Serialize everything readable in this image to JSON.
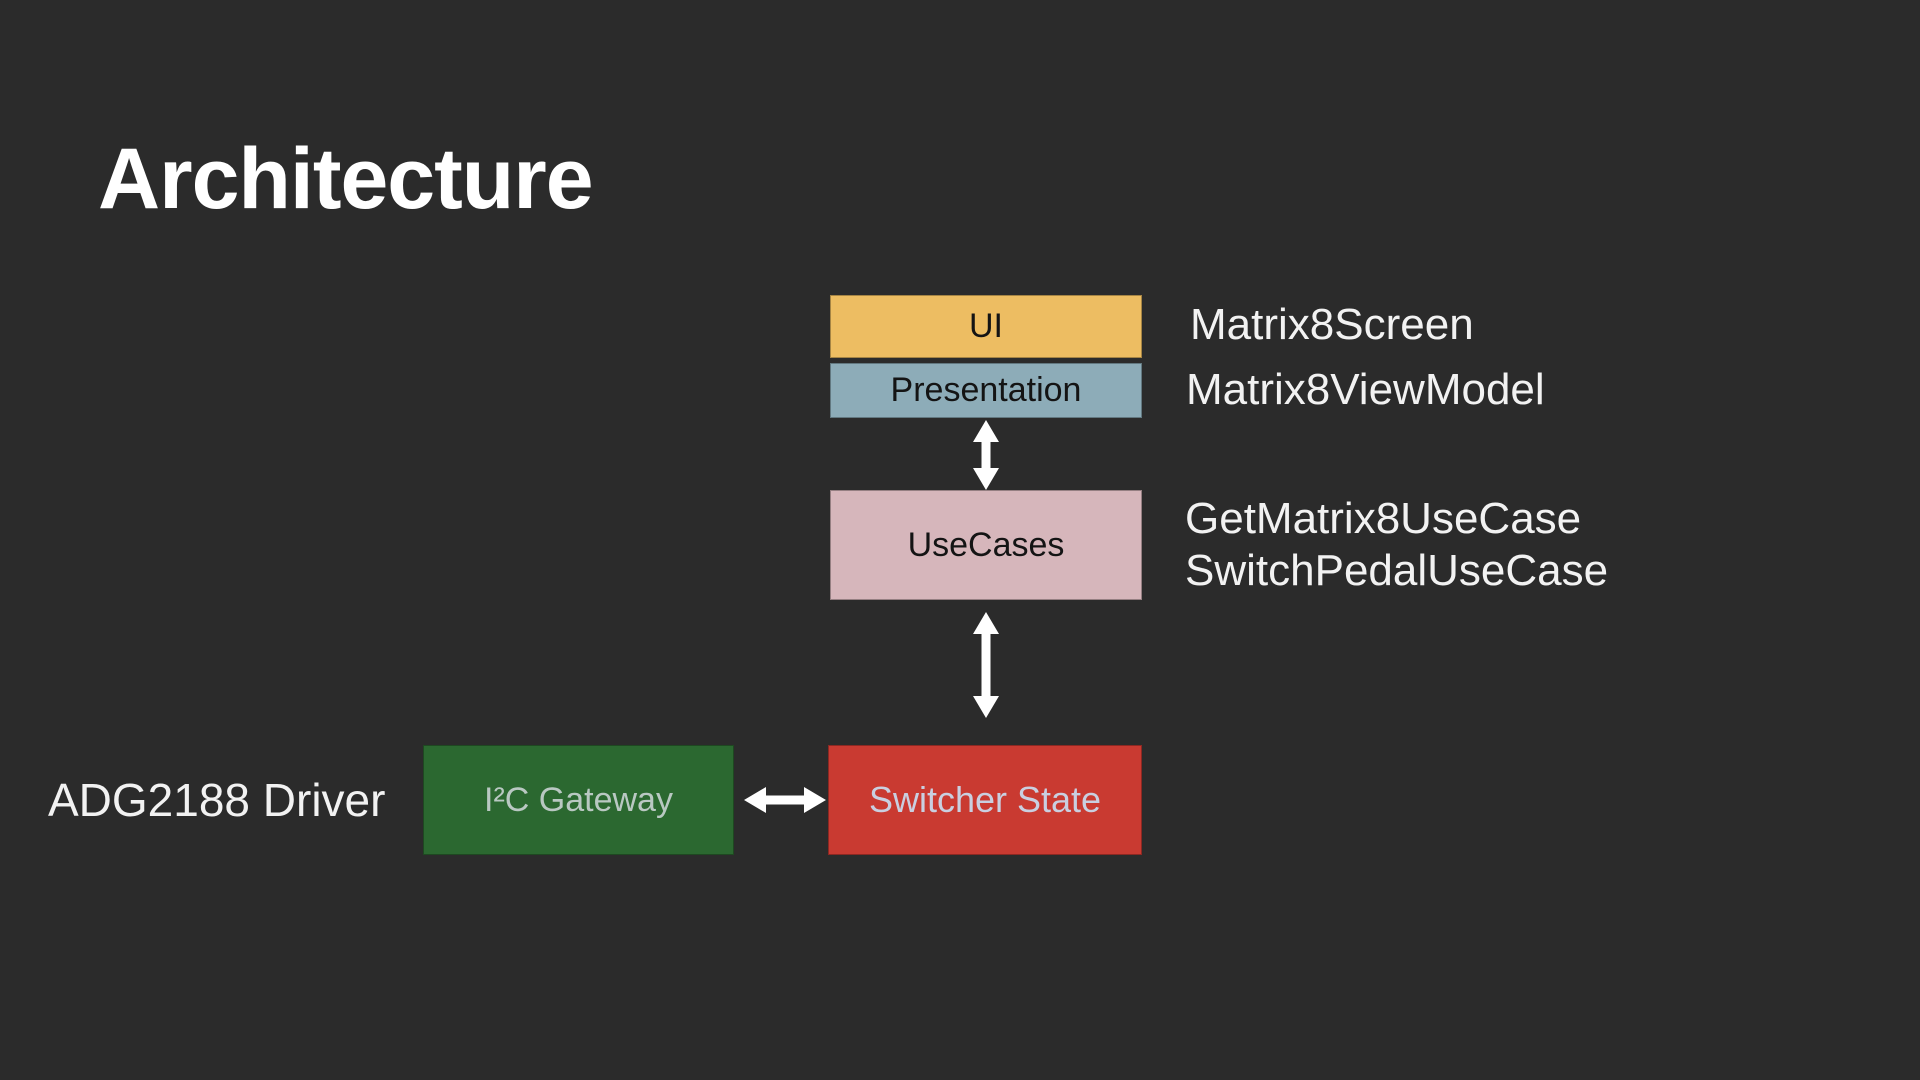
{
  "slide": {
    "title": "Architecture",
    "background_color": "#2b2b2b",
    "title_color": "#ffffff"
  },
  "diagram": {
    "arrow_color": "#ffffff",
    "boxes": [
      {
        "id": "ui",
        "label": "UI",
        "bg": "#edbd62",
        "fg": "#141414"
      },
      {
        "id": "presentation",
        "label": "Presentation",
        "bg": "#8dacb8",
        "fg": "#141414"
      },
      {
        "id": "usecases",
        "label": "UseCases",
        "bg": "#d6b6bb",
        "fg": "#141414"
      },
      {
        "id": "i2c_gateway",
        "label": "I²C Gateway",
        "bg": "#2b6830",
        "fg": "#b9c8c2"
      },
      {
        "id": "switcher_state",
        "label": "Switcher State",
        "bg": "#c93a31",
        "fg": "#c9cfe0"
      }
    ],
    "annotations": {
      "ui": "Matrix8Screen",
      "presentation": "Matrix8ViewModel",
      "usecases": [
        "GetMatrix8UseCase",
        "SwitchPedalUseCase"
      ],
      "gateway_driver": "ADG2188 Driver"
    }
  }
}
